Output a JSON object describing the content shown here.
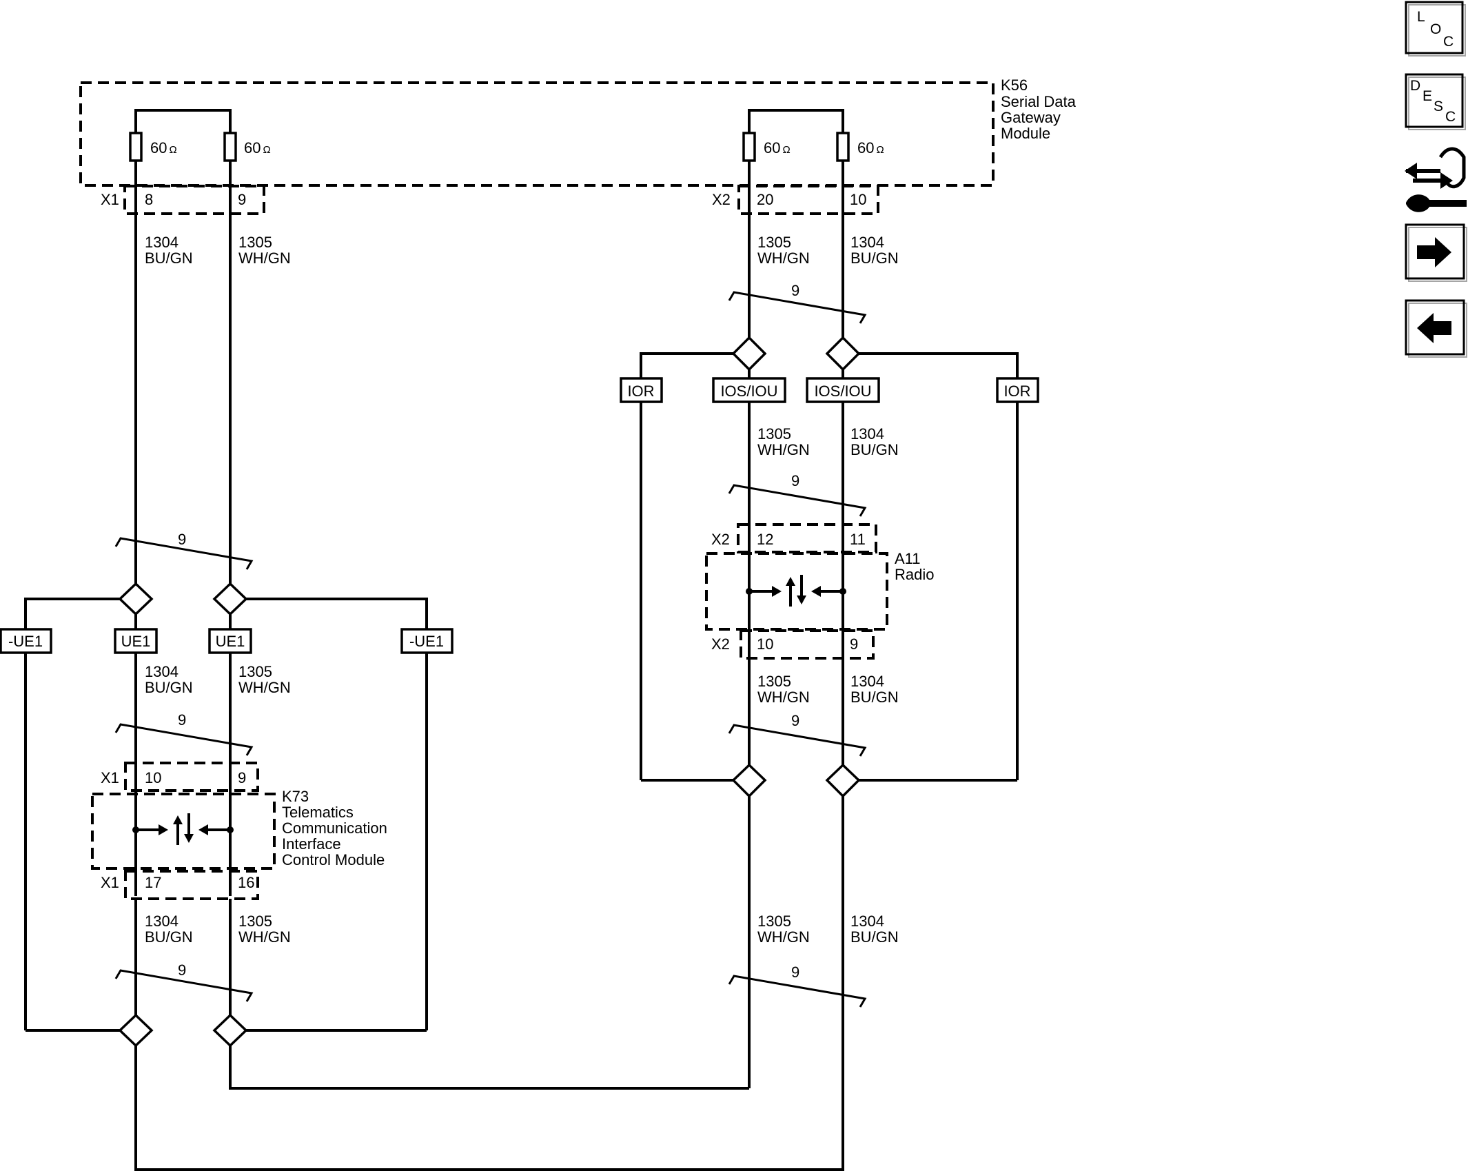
{
  "modules": {
    "k56": {
      "line1": "K56",
      "line2": "Serial Data",
      "line3": "Gateway",
      "line4": "Module"
    },
    "k73": {
      "line1": "K73",
      "line2": "Telematics",
      "line3": "Communication",
      "line4": "Interface",
      "line5": "Control Module"
    },
    "a11": {
      "line1": "A11",
      "line2": "Radio"
    }
  },
  "resistors": {
    "r1": "60",
    "r2": "60",
    "r3": "60",
    "r4": "60",
    "unit": "Ω"
  },
  "connectors": {
    "k56_x1": {
      "name": "X1",
      "pin_a": "8",
      "pin_b": "9"
    },
    "k56_x2": {
      "name": "X2",
      "pin_a": "20",
      "pin_b": "10"
    },
    "k73_top": {
      "name": "X1",
      "pin_a": "10",
      "pin_b": "9"
    },
    "k73_bottom": {
      "name": "X1",
      "pin_a": "17",
      "pin_b": "16"
    },
    "a11_top": {
      "name": "X2",
      "pin_a": "12",
      "pin_b": "11"
    },
    "a11_bottom": {
      "name": "X2",
      "pin_a": "10",
      "pin_b": "9"
    }
  },
  "wires": {
    "c1304": "1304",
    "c1305": "1305",
    "bu_gn": "BU/GN",
    "wh_gn": "WH/GN",
    "twist": "9"
  },
  "options": {
    "ior": "IOR",
    "ios_iou": "IOS/IOU",
    "ue1": "UE1",
    "neg_ue1": "-UE1"
  },
  "nav": {
    "loc": {
      "l": "L",
      "o": "O",
      "c": "C"
    },
    "desc": {
      "d": "D",
      "e": "E",
      "s": "S",
      "c": "C"
    },
    "connector_icon": "connector-icon",
    "next_icon": "arrow-right-icon",
    "prev_icon": "arrow-left-icon"
  }
}
